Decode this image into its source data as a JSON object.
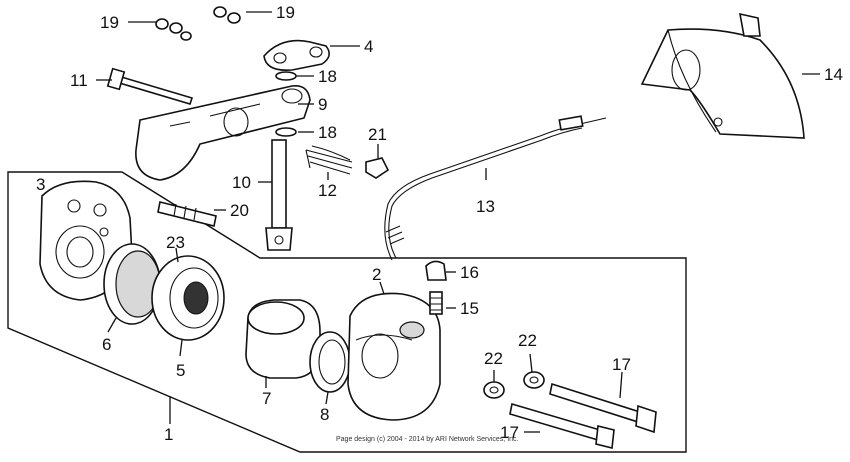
{
  "callouts": {
    "c1": "1",
    "c2": "2",
    "c3": "3",
    "c4": "4",
    "c5": "5",
    "c6": "6",
    "c7": "7",
    "c8": "8",
    "c9": "9",
    "c10": "10",
    "c11": "11",
    "c12": "12",
    "c13": "13",
    "c14": "14",
    "c15": "15",
    "c16": "16",
    "c17a": "17",
    "c17b": "17",
    "c18a": "18",
    "c18b": "18",
    "c19a": "19",
    "c19b": "19",
    "c20": "20",
    "c21": "21",
    "c22a": "22",
    "c22b": "22",
    "c23": "23"
  },
  "footer": {
    "copyright": "Page design (c) 2004 - 2014 by ARI Network Services, Inc."
  }
}
